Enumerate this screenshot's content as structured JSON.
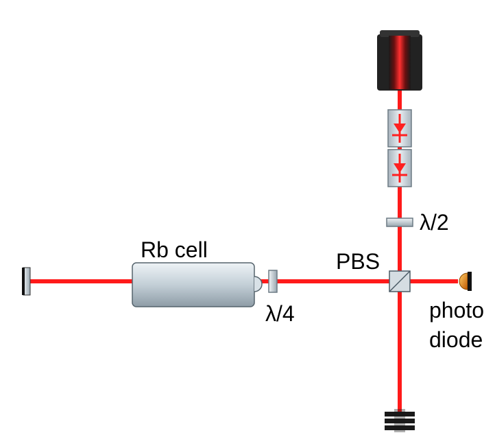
{
  "labels": {
    "rb_cell": "Rb cell",
    "pbs": "PBS",
    "half_wave": "λ/2",
    "quarter_wave": "λ/4",
    "photodiode_line1": "photo",
    "photodiode_line2": "diode"
  },
  "colors": {
    "beam": "#ff1a1a",
    "laser_housing": "#2a2a2a",
    "optic_body": "#c4d0d8",
    "photodiode": "#e08a10",
    "text": "#000000"
  },
  "icons": {
    "laser": "laser-source-icon",
    "isolator": "optical-isolator-icon",
    "beam_dump": "beam-dump-icon",
    "mirror": "mirror-icon"
  }
}
